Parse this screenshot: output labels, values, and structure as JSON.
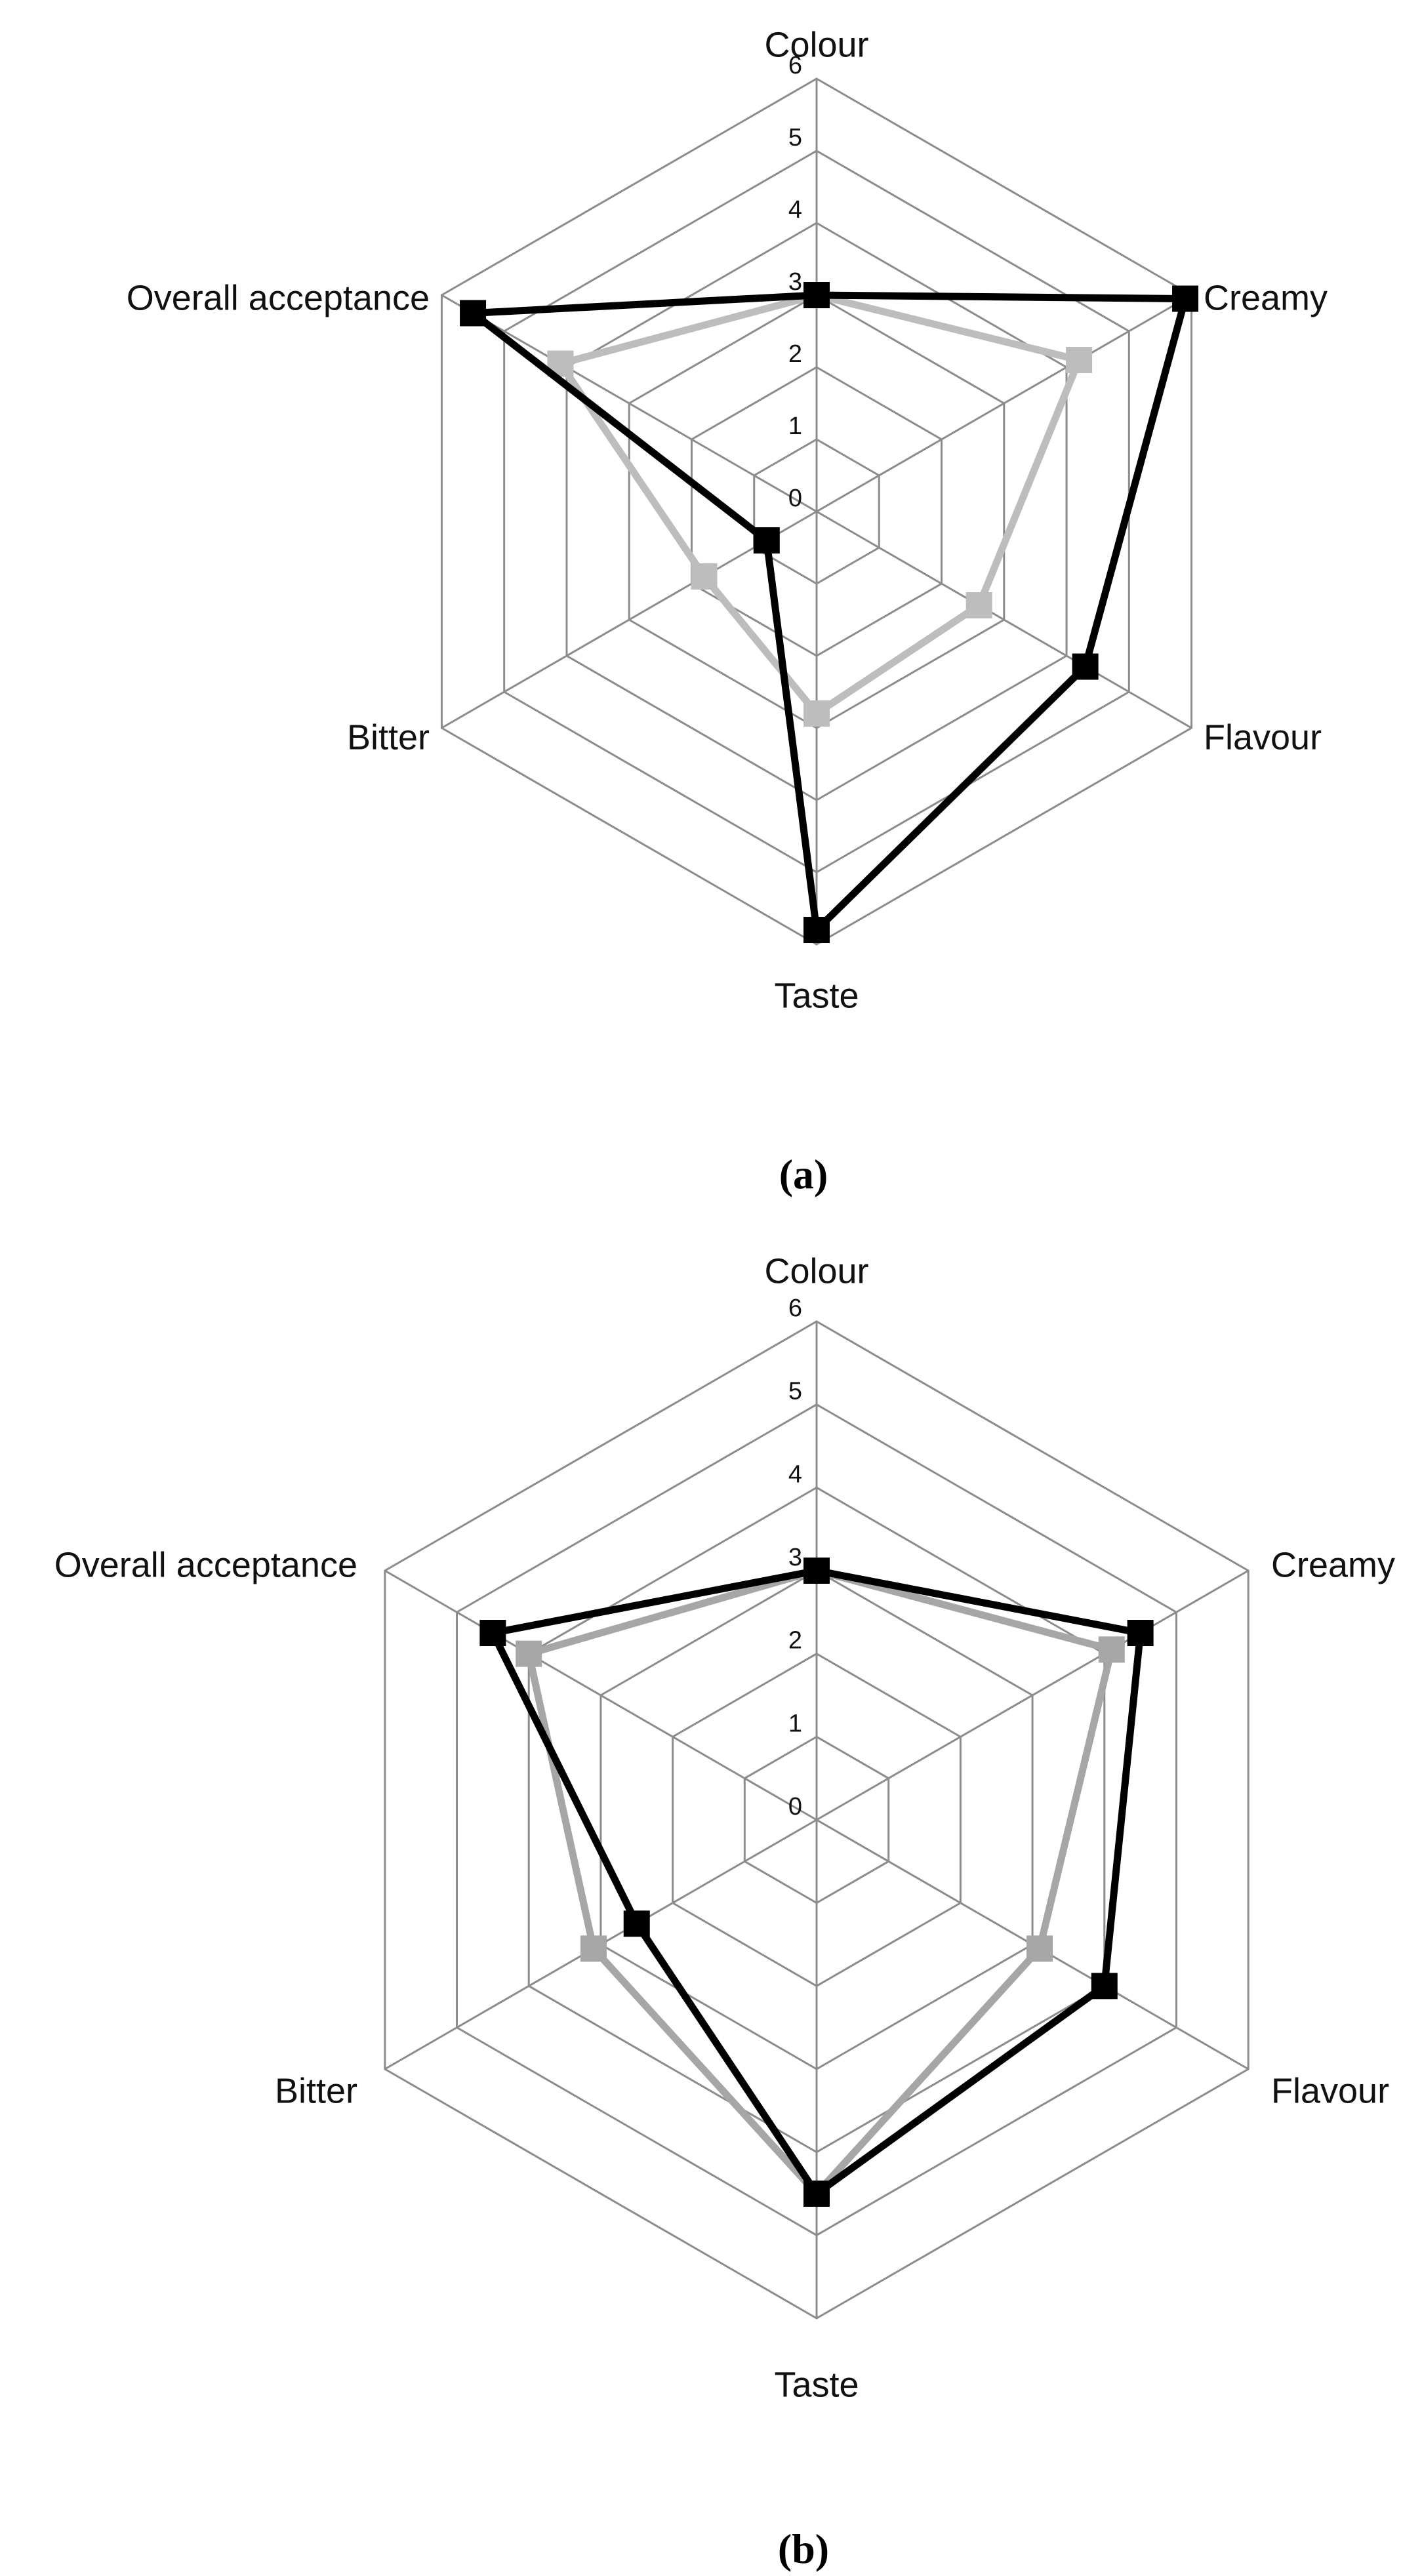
{
  "chart_data": [
    {
      "type": "radar",
      "panel_label": "(a)",
      "axes": [
        "Colour",
        "Creamy",
        "Flavour",
        "Taste",
        "Bitter",
        "Overall acceptance"
      ],
      "rlim": [
        0,
        6
      ],
      "ticks": [
        "0",
        "1",
        "2",
        "3",
        "4",
        "5",
        "6"
      ],
      "series": [
        {
          "color": "#000000",
          "values": [
            3,
            5.9,
            4.3,
            5.8,
            0.8,
            5.5
          ]
        },
        {
          "color": "#bdbdbd",
          "values": [
            3,
            4.2,
            2.6,
            2.8,
            1.8,
            4.1
          ]
        }
      ]
    },
    {
      "type": "radar",
      "panel_label": "(b)",
      "axes": [
        "Colour",
        "Creamy",
        "Flavour",
        "Taste",
        "Bitter",
        "Overall acceptance"
      ],
      "rlim": [
        0,
        6
      ],
      "ticks": [
        "0",
        "1",
        "2",
        "3",
        "4",
        "5",
        "6"
      ],
      "series": [
        {
          "color": "#000000",
          "values": [
            3,
            4.5,
            4.0,
            4.5,
            2.5,
            4.5
          ]
        },
        {
          "color": "#a6a6a6",
          "values": [
            3,
            4.1,
            3.1,
            4.5,
            3.1,
            4.0
          ]
        }
      ]
    }
  ]
}
